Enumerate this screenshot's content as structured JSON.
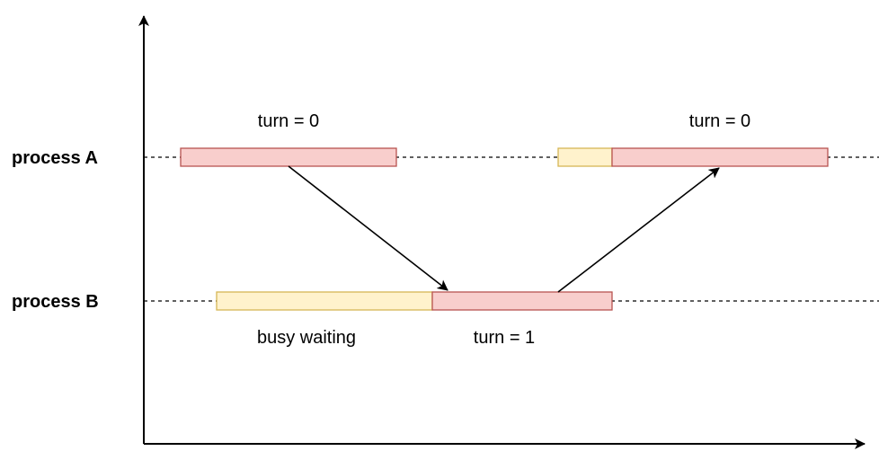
{
  "lanes": {
    "process_a": "process A",
    "process_b": "process B"
  },
  "labels": {
    "turn_a1": "turn = 0",
    "turn_a2": "turn = 0",
    "busy_waiting": "busy waiting",
    "turn_b": "turn = 1"
  },
  "colors": {
    "critical_fill": "#f8cecc",
    "critical_stroke": "#b85450",
    "waiting_fill": "#fff2cc",
    "waiting_stroke": "#d6b656",
    "line": "#000000"
  },
  "icons": {
    "axis_arrow": "arrowhead",
    "handoff_arrow": "arrowhead"
  }
}
